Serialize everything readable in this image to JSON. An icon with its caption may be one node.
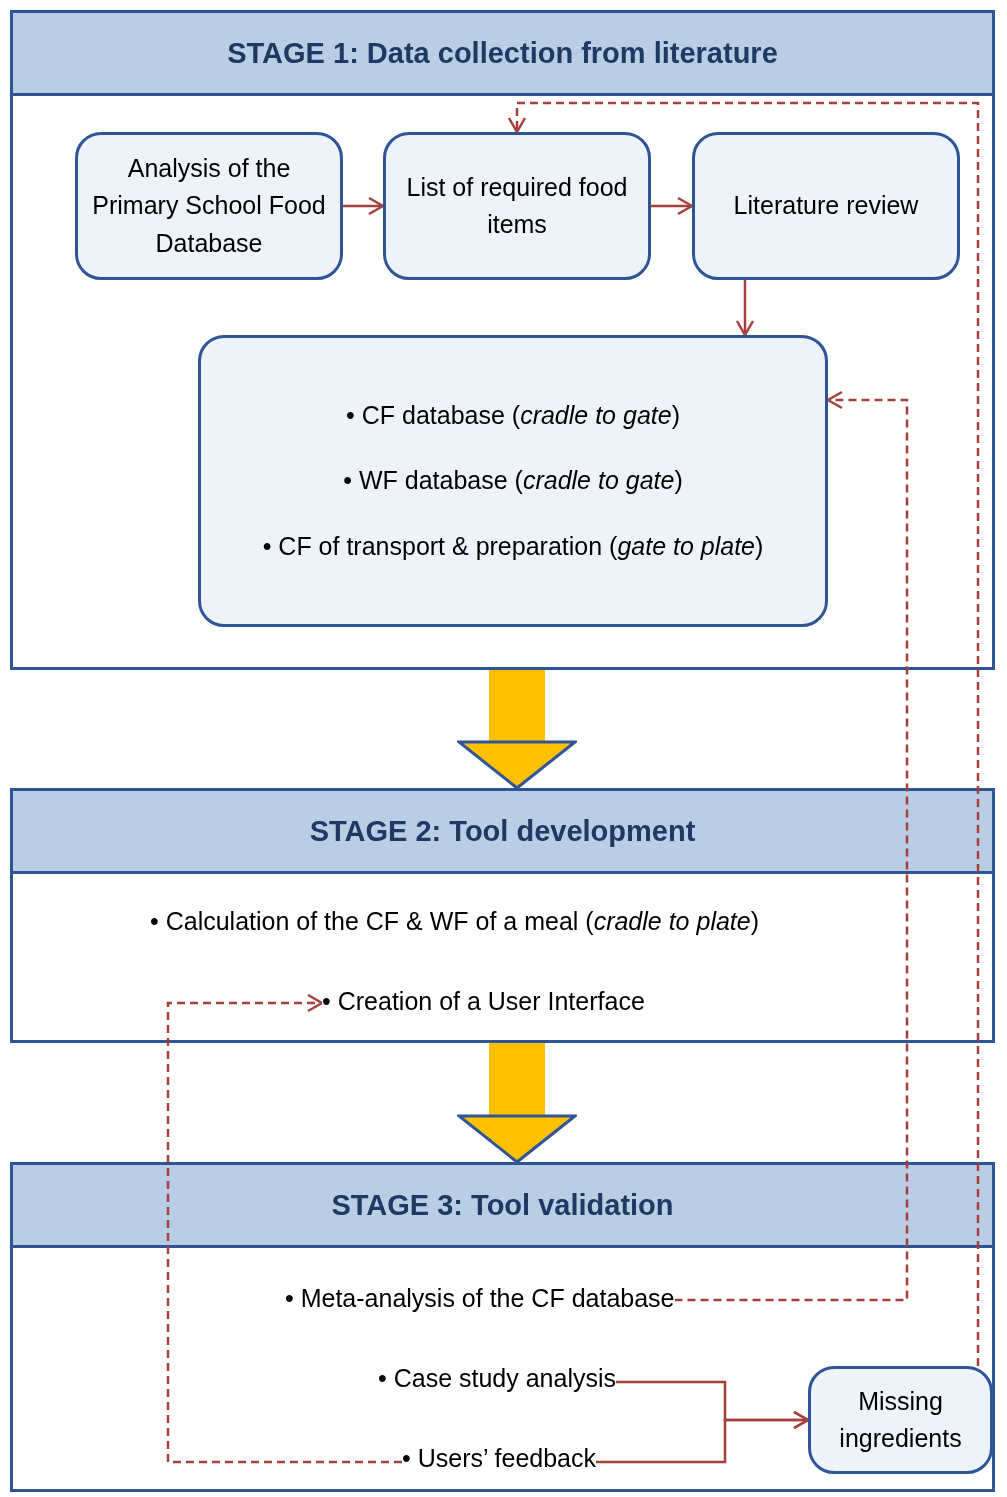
{
  "diagram": {
    "nodes": [
      {
        "text": [
          "STAGE 1: Data collection from literature"
        ]
      },
      {
        "text": [
          "Analysis of the Primary School Food Database"
        ],
        "in": 0
      },
      {
        "text": [
          "List of required food items"
        ],
        "in": 0
      },
      {
        "text": [
          "Literature review"
        ],
        "in": 0
      },
      {
        "text": [
          "• CF database (*cradle to gate*)",
          "• WF database (*cradle to gate*)",
          "• CF of transport & preparation (*gate to plate*)"
        ],
        "in": 0
      },
      {
        "text": [
          "STAGE 2: Tool development"
        ]
      },
      {
        "text": [
          "• Calculation of the CF & WF of a meal (*cradle to plate*)"
        ],
        "in": 5
      },
      {
        "text": [
          "• Creation of a User Interface"
        ],
        "in": 5
      },
      {
        "text": [
          "STAGE 3: Tool validation"
        ]
      },
      {
        "text": [
          "• Meta-analysis of the CF database"
        ],
        "in": 8
      },
      {
        "text": [
          "• Case study analysis"
        ],
        "in": 8
      },
      {
        "text": [
          "• Users’ feedback"
        ],
        "in": 8
      },
      {
        "text": [
          "Missing ingredients"
        ],
        "in": 8
      }
    ],
    "edges": [
      {
        "from": 1,
        "to": 2,
        "arrow": "to"
      },
      {
        "from": 2,
        "to": 3,
        "arrow": "to"
      },
      {
        "from": 3,
        "to": 4,
        "arrow": "to"
      },
      {
        "from": 0,
        "to": 5,
        "arrow": "to",
        "style": "thick",
        "color": "#ffc000"
      },
      {
        "from": 5,
        "to": 8,
        "arrow": "to",
        "style": "thick",
        "color": "#ffc000"
      },
      {
        "from": 9,
        "to": 4,
        "arrow": "to",
        "style": "dashed"
      },
      {
        "from": 11,
        "to": 7,
        "arrow": "to",
        "style": "dashed"
      },
      {
        "from": 10,
        "to": 12,
        "arrow": "to"
      },
      {
        "from": 11,
        "to": 12,
        "arrow": "to"
      },
      {
        "from": 12,
        "to": 2,
        "arrow": "to",
        "style": "dashed"
      }
    ]
  }
}
